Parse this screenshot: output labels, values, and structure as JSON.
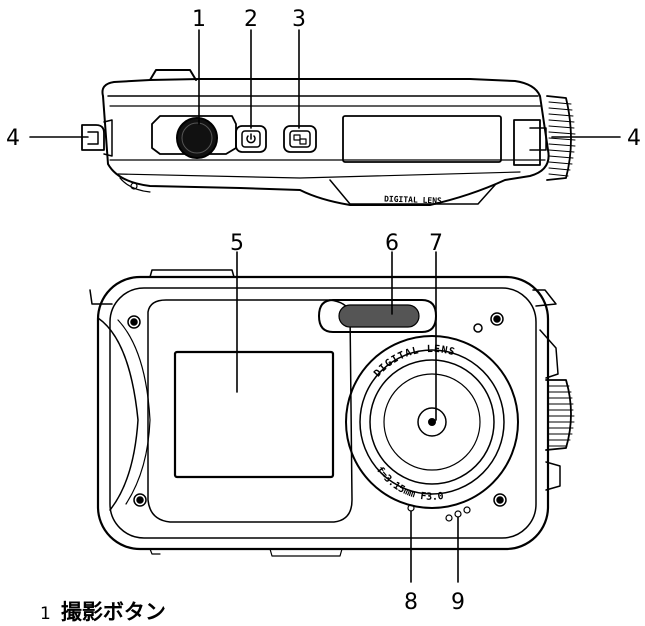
{
  "callouts": {
    "c1": "1",
    "c2": "2",
    "c3": "3",
    "c4_left": "4",
    "c4_right": "4",
    "c5": "5",
    "c6": "6",
    "c7": "7",
    "c8": "8",
    "c9": "9"
  },
  "lens_text": {
    "top_view": "DIGITAL LENS",
    "ring_top": "DIGITAL LENS",
    "ring_bottom": "f=3.15mm F3.0"
  },
  "caption": {
    "number": "1",
    "text": "撮影ボタン"
  }
}
